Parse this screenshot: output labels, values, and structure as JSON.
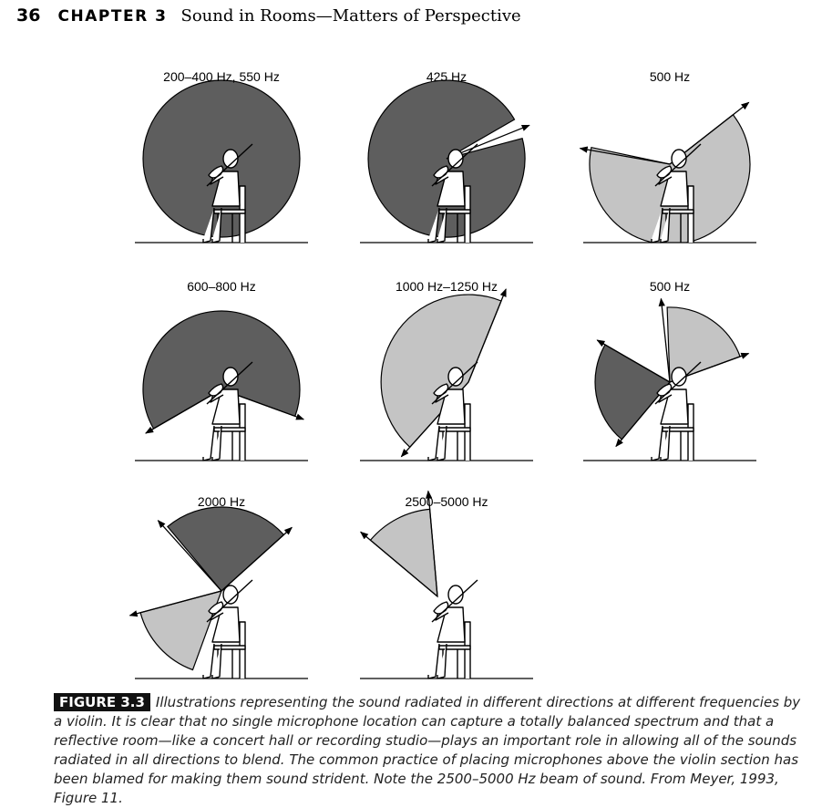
{
  "header": {
    "page_number": "36",
    "chapter_label": "CHAPTER 3",
    "chapter_title": "Sound in Rooms—Matters of Perspective"
  },
  "figure": {
    "panels": [
      {
        "label": "200–400 Hz, 550 Hz",
        "shade": "dark"
      },
      {
        "label": "425 Hz",
        "shade": "dark"
      },
      {
        "label": "500 Hz",
        "shade": "light"
      },
      {
        "label": "600–800 Hz",
        "shade": "dark"
      },
      {
        "label": "1000 Hz–1250 Hz",
        "shade": "light"
      },
      {
        "label": "500 Hz",
        "shade": "mixed"
      },
      {
        "label": "2000 Hz",
        "shade": "mixed"
      },
      {
        "label": "2500–5000 Hz",
        "shade": "light"
      }
    ],
    "colors": {
      "dark": "#5e5e5e",
      "light": "#c4c4c4",
      "ink": "#000000"
    }
  },
  "caption": {
    "label": "FIGURE 3.3",
    "text": "Illustrations representing the sound radiated in different directions at different frequencies by a violin. It is clear that no single microphone location can capture a totally balanced spectrum and that a reflective room—like a concert hall or recording studio—plays an important role in allowing all of the sounds radiated in all directions to blend. The common practice of placing microphones above the violin section has been blamed for making them sound strident. Note the 2500–5000 Hz beam of sound. From Meyer, 1993, Figure 11."
  }
}
